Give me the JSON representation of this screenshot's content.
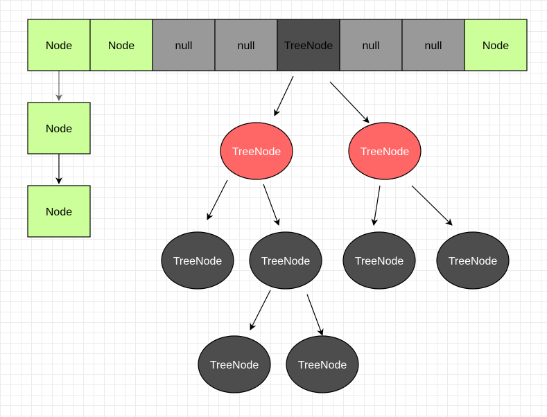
{
  "hash_array": [
    "Node",
    "Node",
    "null",
    "null",
    "TreeNode",
    "null",
    "null",
    "Node"
  ],
  "linked_list": [
    "Node",
    "Node"
  ],
  "tree": {
    "red_nodes": [
      "TreeNode",
      "TreeNode"
    ],
    "black_level_2": [
      "TreeNode",
      "TreeNode",
      "TreeNode",
      "TreeNode"
    ],
    "black_level_3": [
      "TreeNode",
      "TreeNode"
    ]
  },
  "colors": {
    "node_fill": "#ccff99",
    "null_fill": "#999999",
    "tree_slot_fill": "#4d4d4d",
    "red_node_fill": "#ff6666",
    "black_node_fill": "#4d4d4d",
    "stroke": "#000000"
  }
}
